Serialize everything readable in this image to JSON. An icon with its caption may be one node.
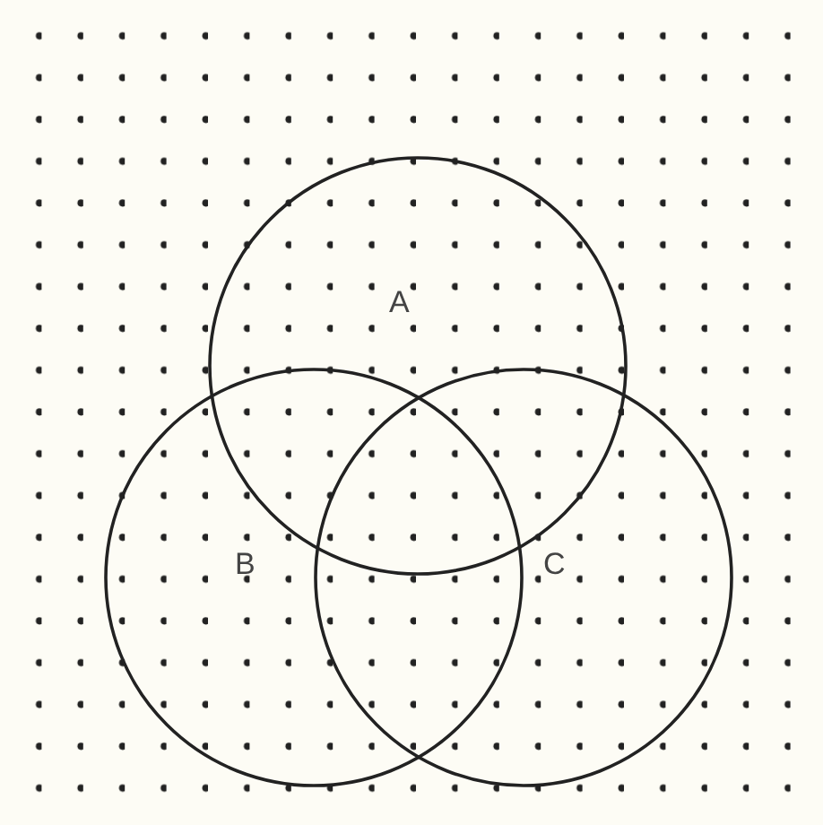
{
  "diagram": {
    "nodes": [
      {
        "text": [
          "A"
        ]
      },
      {
        "text": [
          "B"
        ]
      },
      {
        "text": [
          "C"
        ]
      }
    ]
  }
}
